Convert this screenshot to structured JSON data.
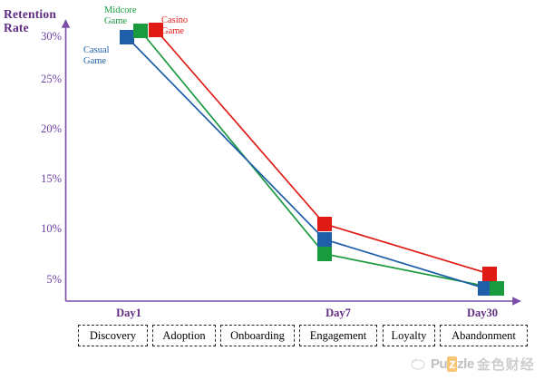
{
  "chart_data": {
    "type": "line",
    "title": "",
    "ylabel": "Retention Rate",
    "xlabel": "",
    "categories": [
      "Day1",
      "Day7",
      "Day30"
    ],
    "x": [
      1,
      7,
      30
    ],
    "ylim": [
      3.0,
      31.5
    ],
    "yticks": [
      "30%",
      "25%",
      "20%",
      "15%",
      "10%",
      "5%"
    ],
    "ytick_values": [
      30,
      25,
      20,
      15,
      10,
      5
    ],
    "grid": false,
    "legend_position": "inline-callouts",
    "series": [
      {
        "name": "Casual Game",
        "color": "#1f5fa9",
        "marker": "square",
        "values": [
          29.5,
          8.8,
          4.3
        ],
        "value_labels": [
          "29.5%",
          "8.8%",
          "4.3%"
        ]
      },
      {
        "name": "Midcore Game",
        "color": "#199a3e",
        "marker": "square",
        "values": [
          30.4,
          7.5,
          4.2
        ],
        "value_labels": [
          "30.4%",
          "7.5%",
          "4.2%"
        ]
      },
      {
        "name": "Casino Game",
        "color": "#e01b15",
        "marker": "square",
        "values": [
          30.5,
          10.1,
          5.4
        ],
        "value_labels": [
          "30.5%",
          "10.1%",
          "5.4%"
        ]
      }
    ],
    "annotations": [
      {
        "text": "Casual\nGame",
        "color": "#1f5fa9"
      },
      {
        "text": "Midcore\nGame",
        "color": "#199a3e"
      },
      {
        "text": "Casino\nGame",
        "color": "#e01b15"
      }
    ],
    "stages": [
      "Discovery",
      "Adoption",
      "Onboarding",
      "Engagement",
      "Loyalty",
      "Abandonment"
    ]
  },
  "axes": {
    "y_title": "Retention\nRate",
    "y_title_line1": "Retention",
    "y_title_line2": "Rate",
    "axis_color": "#7b4fa8",
    "ticks_y": [
      {
        "label": "30%"
      },
      {
        "label": "25%"
      },
      {
        "label": "20%"
      },
      {
        "label": "15%"
      },
      {
        "label": "10%"
      },
      {
        "label": "5%"
      }
    ],
    "ticks_x": [
      {
        "label": "Day1"
      },
      {
        "label": "Day7"
      },
      {
        "label": "Day30"
      }
    ]
  },
  "series_labels": [
    {
      "name": "casual",
      "text": "Casual\nGame",
      "color": "#1f5fa9"
    },
    {
      "name": "midcore",
      "text": "Midcore\nGame",
      "color": "#199a3e"
    },
    {
      "name": "casino",
      "text": "Casino\nGame",
      "color": "#e01b15"
    }
  ],
  "stage_boxes": [
    {
      "label": "Discovery"
    },
    {
      "label": "Adoption"
    },
    {
      "label": "Onboarding"
    },
    {
      "label": "Engagement"
    },
    {
      "label": "Loyalty"
    },
    {
      "label": "Abandonment"
    }
  ],
  "watermark": {
    "brand": "Puzzle",
    "brand_part1": "Pu",
    "brand_part2": "z",
    "brand_part3": "zle",
    "chinese": "金色财经"
  },
  "colors": {
    "casual": "#1f5fa9",
    "midcore": "#199a3e",
    "casino": "#e01b15",
    "axis": "#7b4fa8",
    "tick_text": "#6b3fa0",
    "title_text": "#5f2c82",
    "box_border": "#222222",
    "background": "#ffffff"
  }
}
